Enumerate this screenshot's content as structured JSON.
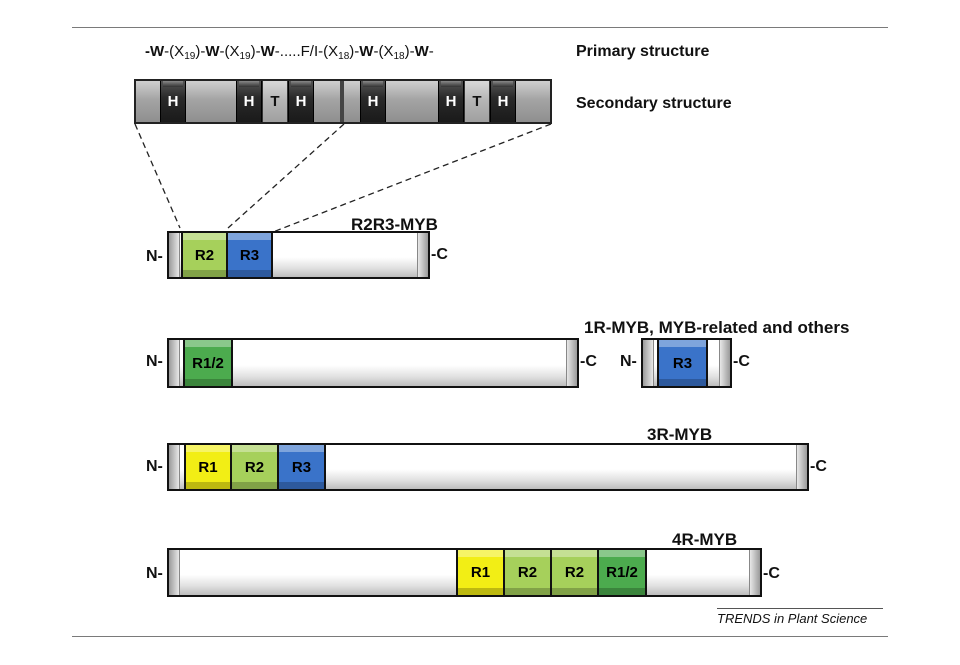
{
  "labels": {
    "primary_structure": "Primary structure",
    "secondary_structure": "Secondary structure",
    "r2r3_myb": "R2R3-MYB",
    "one_r_myb": "1R-MYB, MYB-related and others",
    "three_r_myb": "3R-MYB",
    "four_r_myb": "4R-MYB",
    "n_terminus": "N-",
    "c_terminus": "-C",
    "credit": "TRENDS in Plant Science"
  },
  "primary_sequence": {
    "w": "W",
    "dash": "-",
    "x": "X",
    "sub19": "19",
    "sub18": "18",
    "ellipsis": ".....",
    "fi": "F/I",
    "paren_open": "(",
    "paren_close": ")"
  },
  "secondary_segments": {
    "h": "H",
    "t": "T"
  },
  "repeats": {
    "r1": "R1",
    "r2": "R2",
    "r3": "R3",
    "r12": "R1/2"
  },
  "colors": {
    "r1": "#f2ee15",
    "r2": "#a6d05b",
    "r3": "#3a73c9",
    "r12": "#4cab4e",
    "helix": "#222222",
    "turn": "#b0b0b0"
  }
}
